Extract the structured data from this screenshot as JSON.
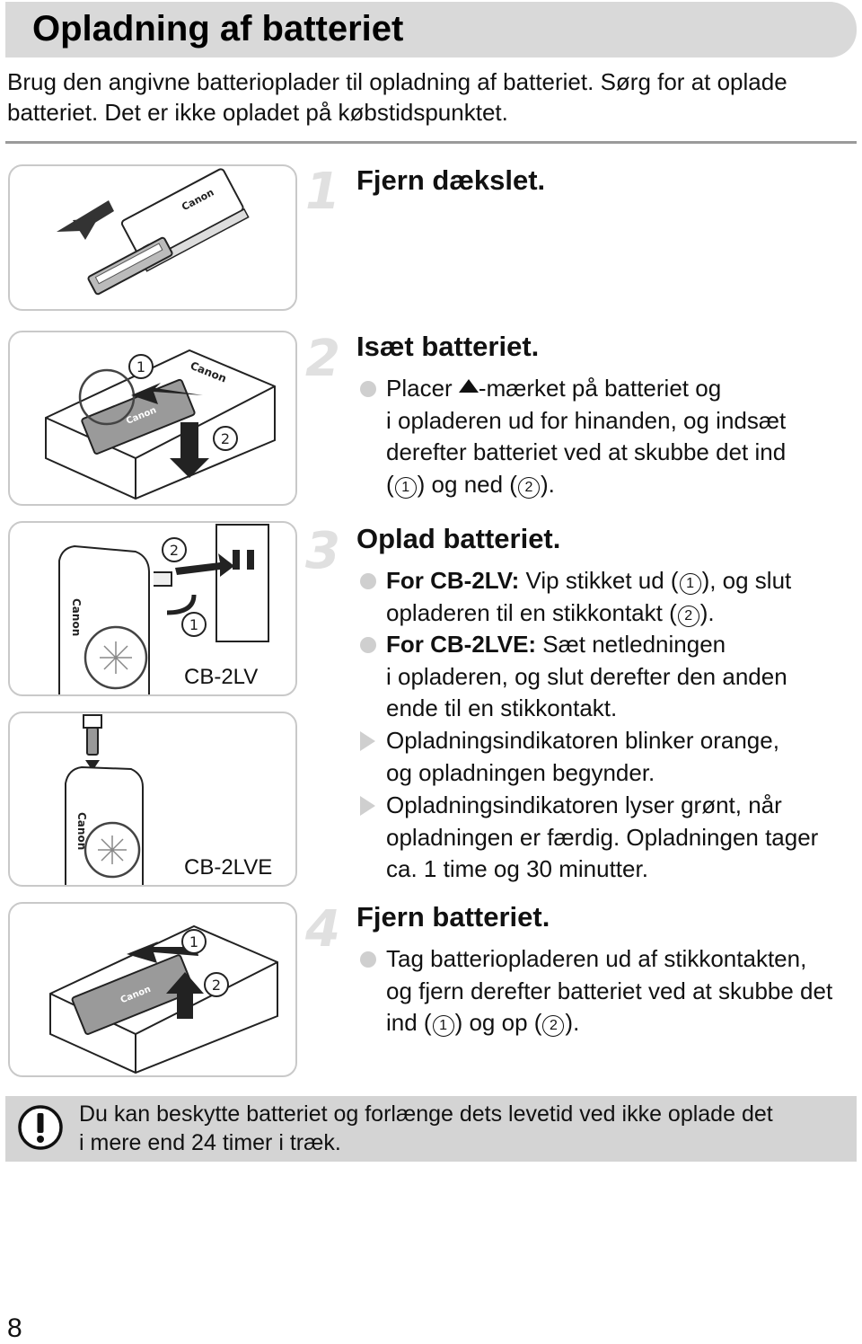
{
  "title": "Opladning af batteriet",
  "intro": [
    "Brug den angivne batterioplader til opladning af batteriet. Sørg for at oplade",
    "batteriet. Det er ikke opladet på købstidspunktet."
  ],
  "steps": [
    {
      "number": "1",
      "title": "Fjern dækslet."
    },
    {
      "number": "2",
      "title": "Isæt batteriet.",
      "bullet": {
        "l1a": "Placer ",
        "l1b": "-mærket på batteriet og",
        "l2": "i opladeren ud for hinanden, og indsæt",
        "l3": "derefter batteriet ved at skubbe det ind",
        "l4a": "(",
        "c1": "1",
        "l4b": ") og ned (",
        "c2": "2",
        "l4c": ")."
      }
    },
    {
      "number": "3",
      "title": "Oplad batteriet.",
      "bullet1": {
        "bold": "For CB-2LV:",
        "l1a": " Vip stikket ud (",
        "c1": "1",
        "l1b": "), og slut",
        "l2a": "opladeren til en stikkontakt (",
        "c2": "2",
        "l2b": ")."
      },
      "bullet2": {
        "bold": "For CB-2LVE:",
        "l1": " Sæt netledningen",
        "l2": "i opladeren, og slut derefter den anden",
        "l3": "ende til en stikkontakt."
      },
      "result1": [
        "Opladningsindikatoren blinker orange,",
        "og opladningen begynder."
      ],
      "result2": [
        "Opladningsindikatoren lyser grønt, når",
        "opladningen er færdig. Opladningen tager",
        "ca. 1 time og 30 minutter."
      ]
    },
    {
      "number": "4",
      "title": "Fjern batteriet.",
      "bullet": {
        "l1": "Tag batteriopladeren ud af stikkontakten,",
        "l2": "og fjern derefter batteriet ved at skubbe det",
        "l3a": "ind (",
        "c1": "1",
        "l3b": ") og op (",
        "c2": "2",
        "l3c": ")."
      }
    }
  ],
  "illustrations": {
    "brand": "Canon",
    "callout_1": "1",
    "callout_2": "2",
    "model_lv": "CB-2LV",
    "model_lve": "CB-2LVE"
  },
  "note": {
    "icon": "exclamation-icon",
    "lines": [
      "Du kan beskytte batteriet og forlænge dets levetid ved ikke oplade det",
      "i mere end 24 timer i træk."
    ]
  },
  "page_number": "8",
  "colors": {
    "title_bar": "#d9d9d9",
    "step_number": "#e0e0e0",
    "bullet": "#cfcfcf",
    "note_bg": "#d4d4d4"
  }
}
